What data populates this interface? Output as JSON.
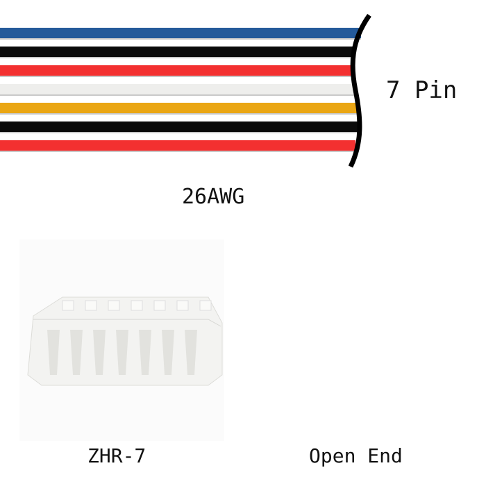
{
  "cable": {
    "pin_label": "7 Pin",
    "gauge_label": "26AWG",
    "wire_colors": [
      "#245a9a",
      "#0a0a0a",
      "#f33030",
      "#eeeeec",
      "#eaa614",
      "#0a0a0a",
      "#f33030"
    ]
  },
  "ends": {
    "connector_label": "ZHR-7",
    "open_label": "Open End"
  }
}
